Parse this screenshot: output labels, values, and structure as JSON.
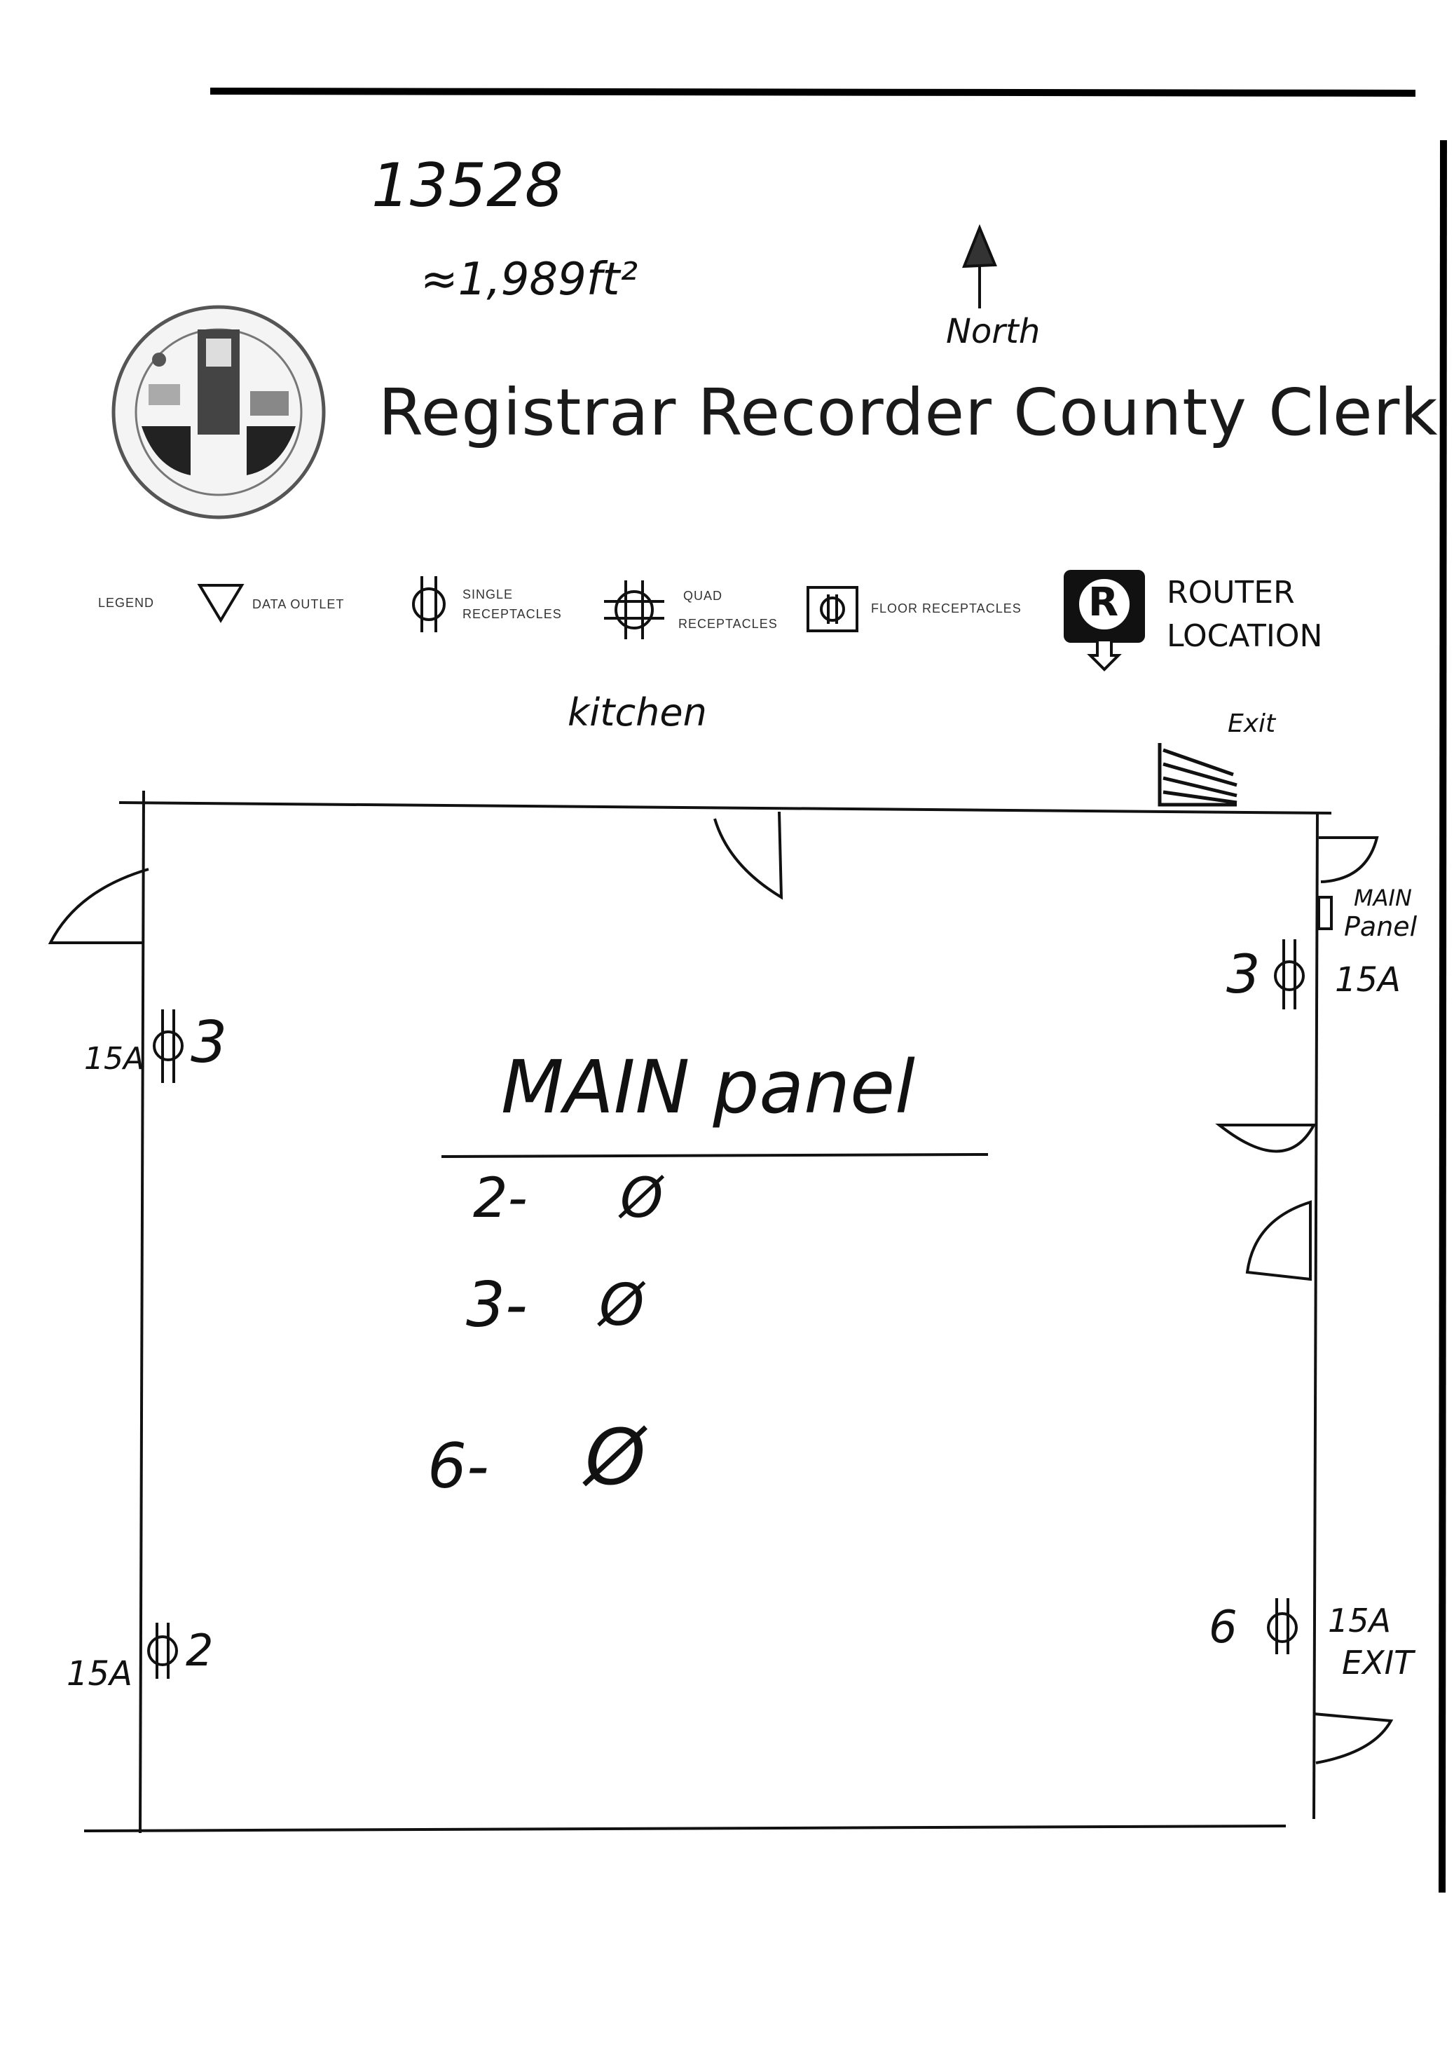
{
  "document_number": "13528",
  "area_note": "≈1,989ft²",
  "north_label": "North",
  "title": "Registrar Recorder County Clerk",
  "legend": {
    "label": "LEGEND",
    "data_outlet": "DATA OUTLET",
    "single_line1": "SINGLE",
    "single_line2": "RECEPTACLES",
    "quad_line1": "QUAD",
    "quad_line2": "RECEPTACLES",
    "floor": "FLOOR RECEPTACLES",
    "router_letter": "R",
    "router_line1": "ROUTER",
    "router_line2": "LOCATION"
  },
  "kitchen_label": "kitchen",
  "exit_top_label": "Exit",
  "main_panel_small_line1": "MAIN",
  "main_panel_small_line2": "Panel",
  "receptacles": {
    "right_top": {
      "count": "3",
      "amp": "15A"
    },
    "left_top": {
      "count": "3",
      "amp": "15A"
    },
    "left_bottom": {
      "count": "2",
      "amp": "15A"
    },
    "right_bottom": {
      "count": "6",
      "amp": "15A"
    }
  },
  "exit_right_label": "EXIT",
  "main_panel": {
    "heading": "MAIN panel",
    "rows": [
      {
        "qty": "2-",
        "symbol": "Ø"
      },
      {
        "qty": "3-",
        "symbol": "Ø"
      },
      {
        "qty": "6-",
        "symbol": "Ø"
      }
    ]
  }
}
